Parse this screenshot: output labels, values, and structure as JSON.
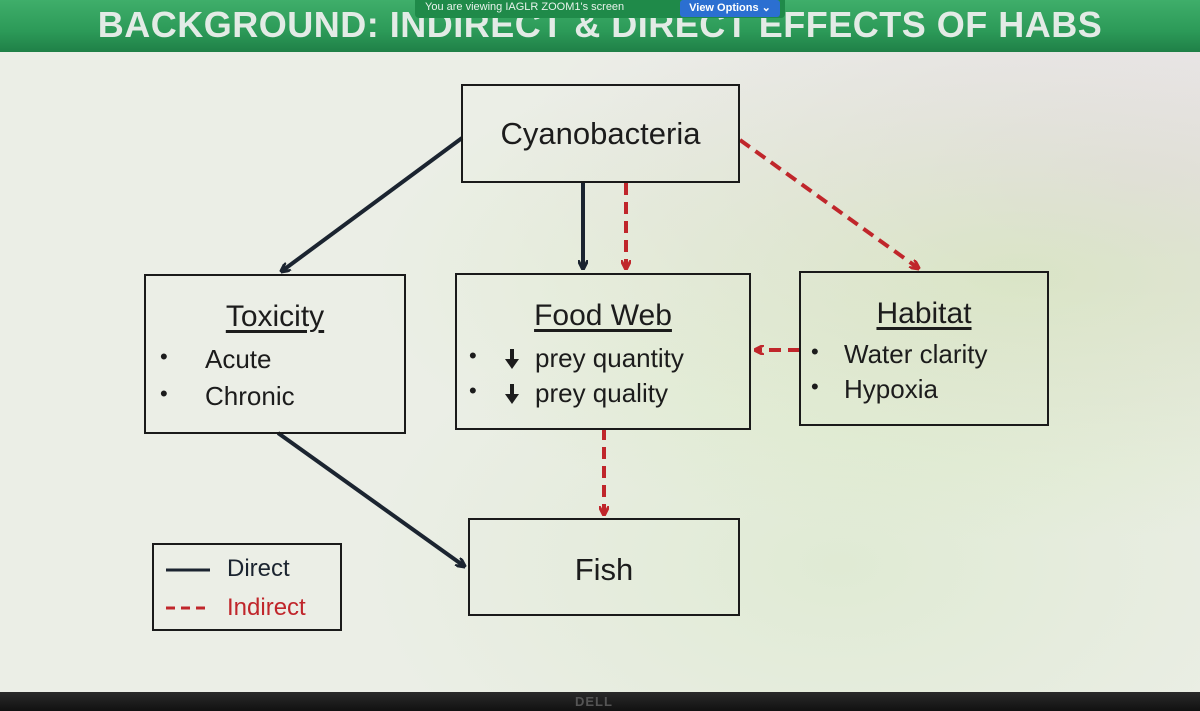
{
  "zoom": {
    "viewing_text": "You are viewing IAGLR ZOOM1's screen",
    "options_label": "View Options ⌄"
  },
  "slide": {
    "title": "BACKGROUND: INDIRECT & DIRECT EFFECTS OF HABS",
    "boxes": {
      "cyanobacteria": "Cyanobacteria",
      "toxicity": {
        "title": "Toxicity",
        "items": [
          "Acute",
          "Chronic"
        ]
      },
      "food_web": {
        "title": "Food Web",
        "items": [
          "prey quantity",
          "prey quality"
        ]
      },
      "habitat": {
        "title": "Habitat",
        "items": [
          "Water clarity",
          "Hypoxia"
        ]
      },
      "fish": "Fish"
    },
    "legend": {
      "direct": "Direct",
      "indirect": "Indirect"
    },
    "colors": {
      "direct": "#1b2430",
      "indirect": "#c0262b",
      "header": "#2c9a58"
    }
  },
  "monitor": {
    "brand": "DELL"
  }
}
